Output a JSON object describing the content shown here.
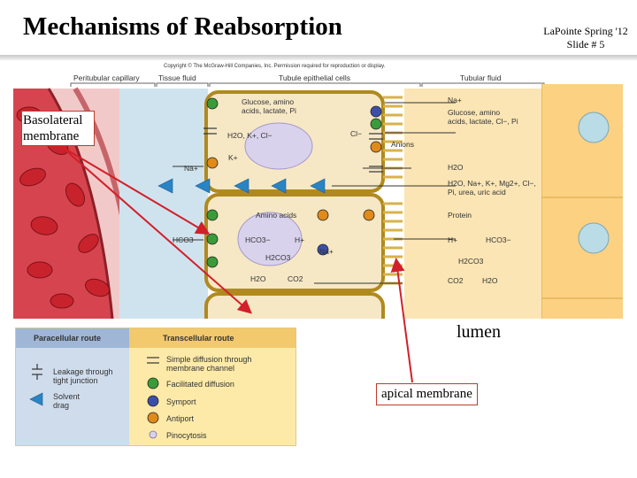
{
  "slide": {
    "title": "Mechanisms of Reabsorption",
    "course_line1": "LaPointe Spring '12",
    "course_line2": "Slide # 5"
  },
  "figure": {
    "copyright": "Copyright © The McGraw-Hill Companies, Inc. Permission required for reproduction or display.",
    "headers": {
      "peritubular_capillary": "Peritubular capillary",
      "tissue_fluid": "Tissue fluid",
      "tubule_epithelial_cells": "Tubule epithelial cells",
      "tubular_fluid": "Tubular fluid"
    },
    "cell_labels": {
      "glucose_line1": "Glucose, amino",
      "glucose_line2": "acids, lactate, Pi",
      "h2o_k_cl": "H2O, K+, Cl−",
      "cl": "Cl−",
      "k": "K+",
      "anions": "Anions",
      "na_left": "Na+",
      "amino_acids": "Amino acids",
      "hco3_left": "HCO3−",
      "hco3_cell": "HCO3−",
      "h_cell": "H+",
      "na_cell": "Na+",
      "h2co3_cell": "H2CO3",
      "h2o_cell": "H2O",
      "co2_cell": "CO2"
    },
    "lumen_labels": {
      "na": "Na+",
      "glucose_line1": "Glucose, amino",
      "glucose_line2": "acids, lactate, Cl−, Pi",
      "h2o": "H2O",
      "mix_line1": "H2O, Na+, K+, Mg2+, Cl−,",
      "mix_line2": "Pi, urea, uric acid",
      "protein": "Protein",
      "h": "H+",
      "hco3": "HCO3−",
      "h2co3": "H2CO3",
      "co2": "CO2",
      "h2o_bottom": "H2O"
    }
  },
  "annotations": {
    "basolateral": "Basolateral membrane",
    "lumen": "lumen",
    "apical": "apical membrane"
  },
  "legend": {
    "paracellular_header": "Paracellular route",
    "transcellular_header": "Transcellular route",
    "leakage_line1": "Leakage through",
    "leakage_line2": "tight junction",
    "solvent_line1": "Solvent",
    "solvent_line2": "drag",
    "simple_line1": "Simple diffusion through",
    "simple_line2": "membrane channel",
    "facilitated": "Facilitated diffusion",
    "symport": "Symport",
    "antiport": "Antiport",
    "pinocytosis": "Pinocytosis"
  },
  "colors": {
    "capillary_wall": "#c9434d",
    "blood_cell": "#c8232c",
    "tissue_fluid": "#cfe3ef",
    "cell_cytoplasm": "#f6e8c5",
    "cell_border": "#b08a1e",
    "nucleus": "#d9d2ec",
    "tubular_fluid": "#fbe5b4",
    "facilitated_carrier": "#3a9b3a",
    "symport_carrier": "#3b4fa8",
    "antiport_carrier": "#e08a1a",
    "solvent_drag": "#2a84c4",
    "annotation_red": "#d21f2a",
    "right_panel": "#fdd182",
    "right_panel_circle": "#b9dce6"
  }
}
